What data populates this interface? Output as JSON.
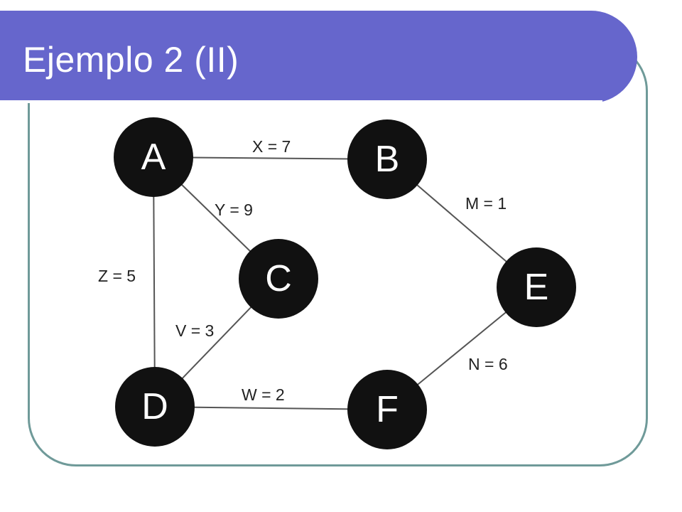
{
  "slide": {
    "title": "Ejemplo 2 (II)"
  },
  "graph": {
    "nodes": [
      {
        "id": "A",
        "label": "A"
      },
      {
        "id": "B",
        "label": "B"
      },
      {
        "id": "C",
        "label": "C"
      },
      {
        "id": "D",
        "label": "D"
      },
      {
        "id": "E",
        "label": "E"
      },
      {
        "id": "F",
        "label": "F"
      }
    ],
    "edges": [
      {
        "from": "A",
        "to": "B",
        "label": "X = 7"
      },
      {
        "from": "A",
        "to": "C",
        "label": "Y = 9"
      },
      {
        "from": "A",
        "to": "D",
        "label": "Z = 5"
      },
      {
        "from": "C",
        "to": "D",
        "label": "V = 3"
      },
      {
        "from": "D",
        "to": "F",
        "label": "W = 2"
      },
      {
        "from": "B",
        "to": "E",
        "label": "M = 1"
      },
      {
        "from": "E",
        "to": "F",
        "label": "N = 6"
      }
    ]
  }
}
